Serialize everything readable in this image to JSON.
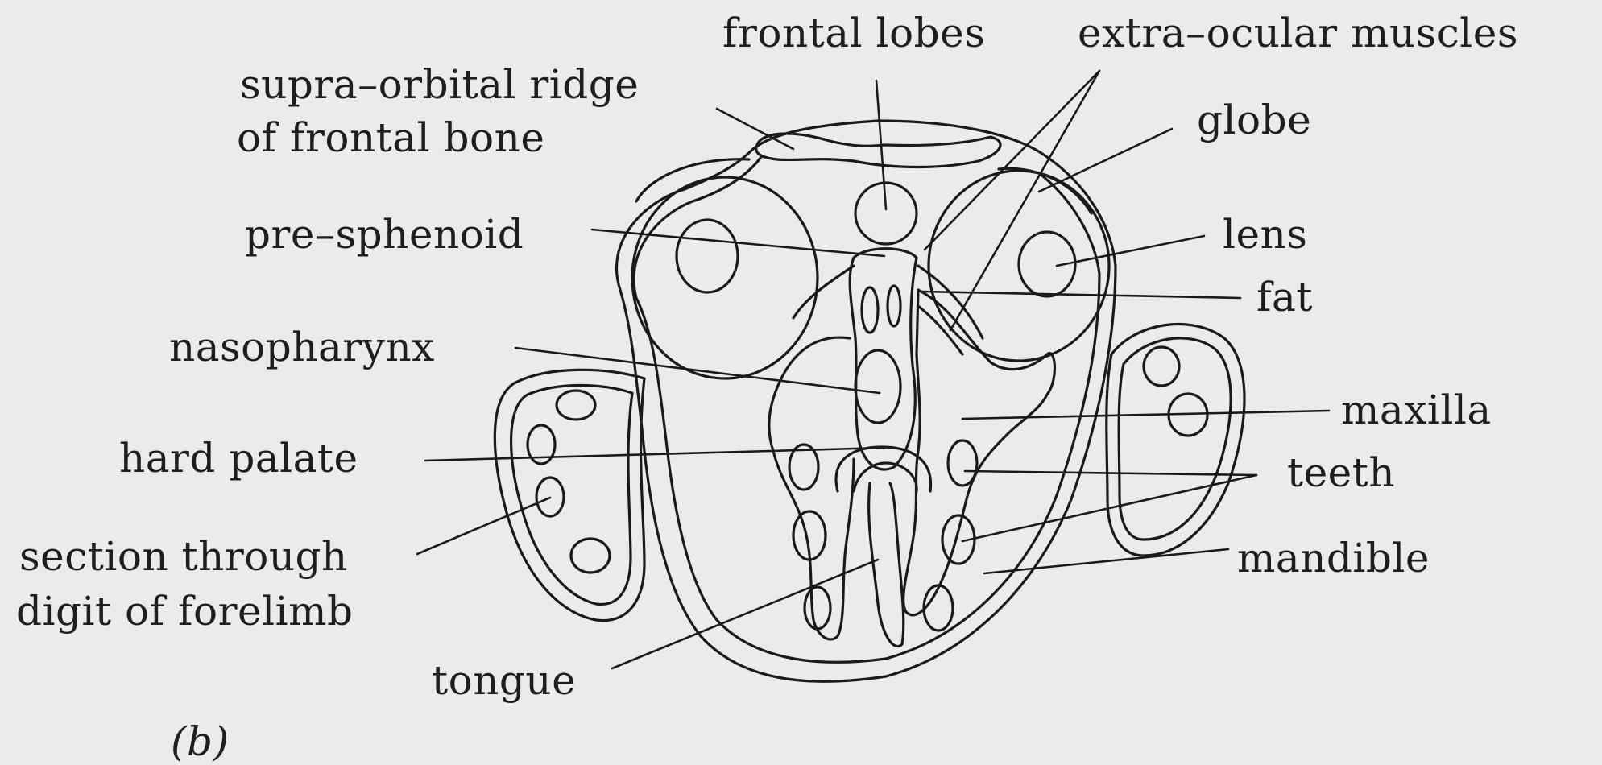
{
  "labels": {
    "frontal_lobes": "frontal lobes",
    "extra_ocular_muscles": "extra–ocular muscles",
    "supra_orbital_1": "supra–orbital ridge",
    "supra_orbital_2": "of frontal bone",
    "globe": "globe",
    "pre_sphenoid": "pre–sphenoid",
    "lens": "lens",
    "fat": "fat",
    "nasopharynx": "nasopharynx",
    "maxilla": "maxilla",
    "hard_palate": "hard palate",
    "teeth": "teeth",
    "digit_1": "section through",
    "digit_2": "digit of forelimb",
    "mandible": "mandible",
    "tongue": "tongue"
  },
  "caption": "(b)"
}
